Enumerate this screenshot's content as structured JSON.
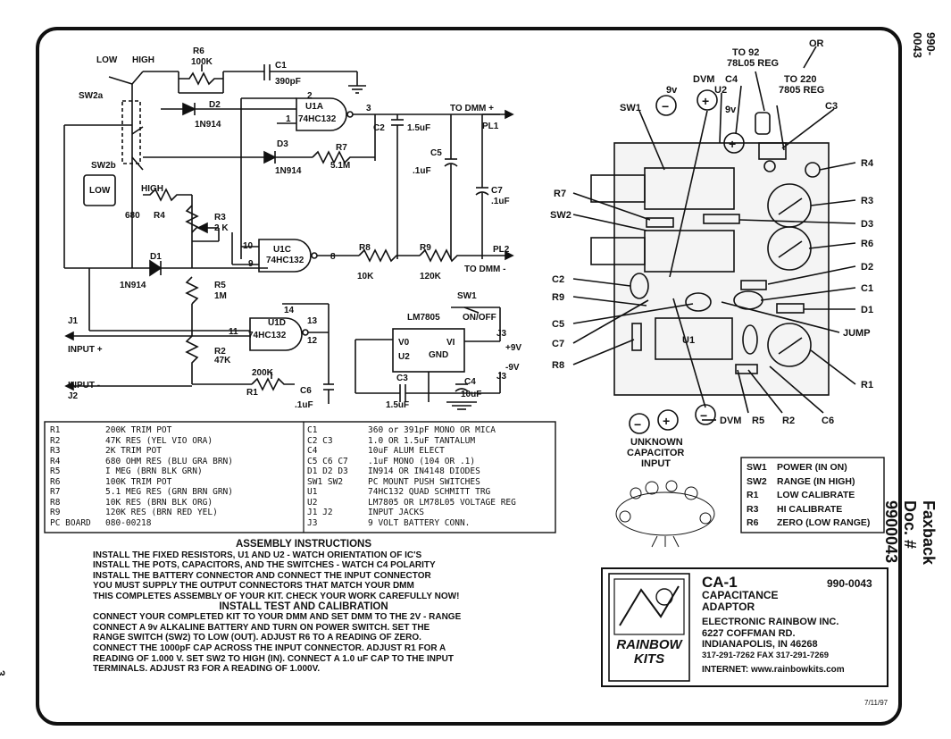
{
  "page": {
    "side_doc_number": "990-0043",
    "side_faxback": "Faxback Doc. # 9900043",
    "page_number": "3",
    "date": "7/11/97"
  },
  "schematic": {
    "labels": [
      {
        "text": "LOW"
      },
      {
        "text": "HIGH"
      },
      {
        "text": "R6"
      },
      {
        "text": "100K"
      },
      {
        "text": "C1"
      },
      {
        "text": "390pF"
      },
      {
        "text": "SW2a"
      },
      {
        "text": "D2"
      },
      {
        "text": "1N914"
      },
      {
        "text": "U1A"
      },
      {
        "text": "74HC132"
      },
      {
        "text": "TO DMM +"
      },
      {
        "text": "C2"
      },
      {
        "text": "1.5uF"
      },
      {
        "text": "PL1"
      },
      {
        "text": "D3"
      },
      {
        "text": "R7"
      },
      {
        "text": "5.1M"
      },
      {
        "text": "1N914"
      },
      {
        "text": "C5"
      },
      {
        "text": ".1uF"
      },
      {
        "text": "SW2b"
      },
      {
        "text": "LOW"
      },
      {
        "text": "HIGH"
      },
      {
        "text": "C7"
      },
      {
        "text": ".1uF"
      },
      {
        "text": "680"
      },
      {
        "text": "R4"
      },
      {
        "text": "R3"
      },
      {
        "text": "2 K"
      },
      {
        "text": "U1C"
      },
      {
        "text": "74HC132"
      },
      {
        "text": "R8"
      },
      {
        "text": "R9"
      },
      {
        "text": "PL2"
      },
      {
        "text": "D1"
      },
      {
        "text": "10K"
      },
      {
        "text": "120K"
      },
      {
        "text": "TO DMM -"
      },
      {
        "text": "1N914"
      },
      {
        "text": "R5"
      },
      {
        "text": "1M"
      },
      {
        "text": "SW1"
      },
      {
        "text": "J1"
      },
      {
        "text": "U1D"
      },
      {
        "text": "74HC132"
      },
      {
        "text": "LM7805"
      },
      {
        "text": "ON/OFF"
      },
      {
        "text": "INPUT +"
      },
      {
        "text": "R2"
      },
      {
        "text": "47K"
      },
      {
        "text": "V0"
      },
      {
        "text": "VI"
      },
      {
        "text": "U2"
      },
      {
        "text": "GND"
      },
      {
        "text": "J3"
      },
      {
        "text": "+9V"
      },
      {
        "text": "-9V"
      },
      {
        "text": "INPUT -"
      },
      {
        "text": "J2"
      },
      {
        "text": "200K"
      },
      {
        "text": "R1"
      },
      {
        "text": "C6"
      },
      {
        "text": ".1uF"
      },
      {
        "text": "C3"
      },
      {
        "text": "1.5uF"
      },
      {
        "text": "C4"
      },
      {
        "text": "10uF"
      },
      {
        "text": "J3"
      }
    ],
    "pins": [
      "2",
      "1",
      "3",
      "10",
      "9",
      "8",
      "14",
      "11",
      "13",
      "12"
    ]
  },
  "parts_list": {
    "left": [
      [
        "R1",
        "200K TRIM POT"
      ],
      [
        "R2",
        "47K RES (YEL VIO ORA)"
      ],
      [
        "R3",
        "2K TRIM POT"
      ],
      [
        "R4",
        "680 OHM RES (BLU GRA BRN)"
      ],
      [
        "R5",
        "I MEG (BRN BLK GRN)"
      ],
      [
        "R6",
        "100K TRIM POT"
      ],
      [
        "R7",
        "5.1 MEG RES (GRN BRN GRN)"
      ],
      [
        "R8",
        "10K RES (BRN BLK ORG)"
      ],
      [
        "R9",
        "120K RES (BRN RED YEL)"
      ],
      [
        "PC BOARD",
        "080-00218"
      ]
    ],
    "right": [
      [
        "C1",
        "360 or 391pF MONO OR MICA"
      ],
      [
        "C2 C3",
        "1.0 OR 1.5uF TANTALUM"
      ],
      [
        "C4",
        "10uF ALUM ELECT"
      ],
      [
        "C5 C6 C7",
        ".1uF MONO (104 OR .1)"
      ],
      [
        "D1 D2 D3",
        "IN914 OR IN4148 DIODES"
      ],
      [
        "SW1 SW2",
        "PC MOUNT PUSH SWITCHES"
      ],
      [
        "U1",
        "74HC132 QUAD SCHMITT TRG"
      ],
      [
        "U2",
        "LM7805 OR LM78L05 VOLTAGE REG"
      ],
      [
        "J1 J2",
        "INPUT JACKS"
      ],
      [
        "J3",
        "9 VOLT BATTERY CONN."
      ]
    ]
  },
  "assembly": {
    "title": "ASSEMBLY INSTRUCTIONS",
    "lines": [
      "INSTALL THE FIXED RESISTORS, U1 AND U2 - WATCH ORIENTATION OF IC'S",
      "INSTALL THE POTS, CAPACITORS, AND THE SWITCHES - WATCH C4 POLARITY",
      "INSTALL THE BATTERY CONNECTOR AND CONNECT THE INPUT CONNECTOR",
      "YOU MUST SUPPLY THE OUTPUT CONNECTORS THAT MATCH YOUR DMM",
      "THIS COMPLETES ASSEMBLY OF YOUR KIT. CHECK YOUR WORK CAREFULLY NOW!"
    ],
    "test_title": "INSTALL TEST AND CALIBRATION",
    "test_lines": [
      "CONNECT YOUR COMPLETED KIT TO YOUR DMM AND SET DMM TO THE 2V - RANGE",
      "CONNECT A 9v ALKALINE BATTERY AND TURN ON POWER SWITCH. SET THE",
      "RANGE SWITCH (SW2) TO LOW (OUT). ADJUST R6 TO A READING OF ZERO.",
      "CONNECT THE 1000pF CAP ACROSS THE INPUT CONNECTOR. ADJUST R1 FOR A",
      "READING OF 1.000 V. SET SW2 TO HIGH (IN). CONNECT A 1.0 uF CAP TO THE INPUT",
      "TERMINALS. ADJUST R3 FOR A READING OF 1.000V."
    ]
  },
  "layout_labels": {
    "or": "OR",
    "to92": "TO 92",
    "reg78l05": "78L05 REG",
    "to220": "TO 220",
    "reg7805": "7805 REG",
    "dvm": "DVM",
    "c4": "C4",
    "u2": "U2",
    "v9a": "9v",
    "v9b": "9v",
    "sw1": "SW1",
    "c3": "C3",
    "r4": "R4",
    "r7": "R7",
    "r3": "R3",
    "sw2": "SW2",
    "d3": "D3",
    "r6": "R6",
    "d2": "D2",
    "c2": "C2",
    "c1": "C1",
    "r9": "R9",
    "d1": "D1",
    "c5": "C5",
    "jump": "JUMP",
    "c7": "C7",
    "u1": "U1",
    "r8": "R8",
    "r1": "R1",
    "r5": "R5",
    "r2": "R2",
    "c6": "C6",
    "dvm_bottom": "DVM",
    "unknown1": "UNKNOWN",
    "unknown2": "CAPACITOR",
    "unknown3": "INPUT"
  },
  "legend": [
    [
      "SW1",
      "POWER (IN ON)"
    ],
    [
      "SW2",
      "RANGE (IN HIGH)"
    ],
    [
      "R1",
      "LOW CALIBRATE"
    ],
    [
      "R3",
      "HI CALIBRATE"
    ],
    [
      "R6",
      "ZERO (LOW RANGE)"
    ]
  ],
  "title_block": {
    "model": "CA-1",
    "doc": "990-0043",
    "name1": "CAPACITANCE",
    "name2": "ADAPTOR",
    "company": "ELECTRONIC RAINBOW INC.",
    "address1": "6227 COFFMAN RD.",
    "address2": "INDIANAPOLIS, IN 46268",
    "phone": "317-291-7262   FAX 317-291-7269",
    "internet": "INTERNET:  www.rainbowkits.com",
    "logo1": "RAINBOW",
    "logo2": "KITS"
  }
}
